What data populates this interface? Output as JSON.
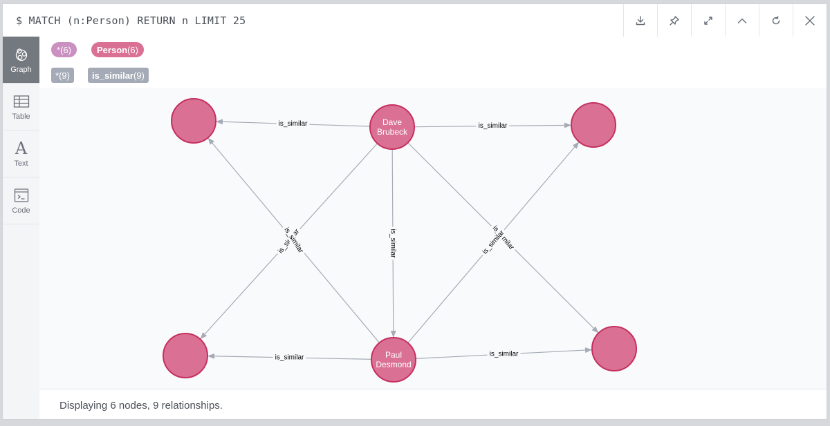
{
  "query": "$ MATCH (n:Person) RETURN n LIMIT 25",
  "toolbar": {
    "buttons": [
      {
        "name": "download-icon"
      },
      {
        "name": "pin-icon"
      },
      {
        "name": "expand-icon"
      },
      {
        "name": "collapse-icon"
      },
      {
        "name": "rerun-icon"
      },
      {
        "name": "close-icon"
      }
    ]
  },
  "sidebar": {
    "items": [
      {
        "label": "Graph",
        "icon": "graph-icon",
        "active": true
      },
      {
        "label": "Table",
        "icon": "table-icon"
      },
      {
        "label": "Text",
        "icon": "text-icon",
        "glyph": "A"
      },
      {
        "label": "Code",
        "icon": "code-icon"
      }
    ]
  },
  "legend": {
    "node_labels": [
      {
        "label": "*",
        "count": "(6)"
      },
      {
        "label": "Person",
        "count": "(6)"
      }
    ],
    "relationship_types": [
      {
        "label": "*",
        "count": "(9)"
      },
      {
        "label": "is_similar",
        "count": "(9)"
      }
    ]
  },
  "graph": {
    "colors": {
      "node_fill": "#da7194",
      "node_stroke": "#c5305e",
      "edge": "#a5abb6",
      "label_bg": "#f9fafb"
    },
    "nodes": [
      {
        "id": "tl",
        "name": ""
      },
      {
        "id": "dave",
        "name": "Dave Brubeck",
        "line1": "Dave",
        "line2": "Brubeck"
      },
      {
        "id": "tr",
        "name": ""
      },
      {
        "id": "bl",
        "name": ""
      },
      {
        "id": "paul",
        "name": "Paul Desmond",
        "line1": "Paul",
        "line2": "Desmond"
      },
      {
        "id": "br",
        "name": ""
      }
    ],
    "relationships": [
      {
        "from": "dave",
        "to": "tl",
        "type": "is_similar"
      },
      {
        "from": "dave",
        "to": "tr",
        "type": "is_similar"
      },
      {
        "from": "dave",
        "to": "bl",
        "type": "is_similar"
      },
      {
        "from": "dave",
        "to": "paul",
        "type": "is_similar"
      },
      {
        "from": "dave",
        "to": "br",
        "type": "is_similar"
      },
      {
        "from": "paul",
        "to": "tl",
        "type": "is_similar"
      },
      {
        "from": "paul",
        "to": "tr",
        "type": "is_similar"
      },
      {
        "from": "paul",
        "to": "bl",
        "type": "is_similar"
      },
      {
        "from": "paul",
        "to": "br",
        "type": "is_similar"
      }
    ]
  },
  "status": "Displaying 6 nodes, 9 relationships."
}
